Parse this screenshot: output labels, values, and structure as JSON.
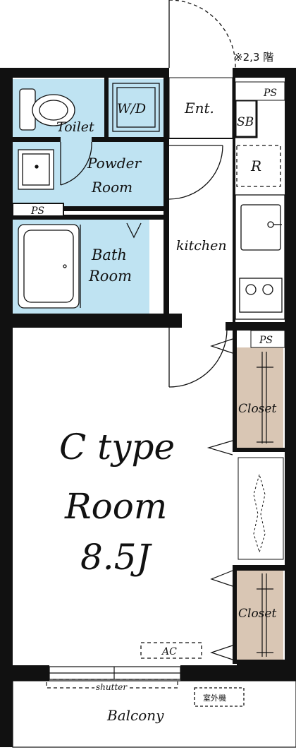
{
  "floor_note": "※2,3 階",
  "rooms": {
    "toilet": "Toilet",
    "wd": "W/D",
    "entrance": "Ent.",
    "sb": "SB",
    "ps": "PS",
    "powder_line1": "Powder",
    "powder_line2": "Room",
    "refrigerator": "R",
    "bath_line1": "Bath",
    "bath_line2": "Room",
    "kitchen": "kitchen",
    "closet": "Closet",
    "main_line1": "C type",
    "main_line2": "Room",
    "main_line3": "8.5J",
    "ac": "AC",
    "shutter": "shutter",
    "outdoor_unit": "室外機",
    "balcony": "Balcony"
  },
  "colors": {
    "wet_area": "#bfe3f2",
    "closet": "#d9c6b4",
    "wall": "#111111"
  }
}
